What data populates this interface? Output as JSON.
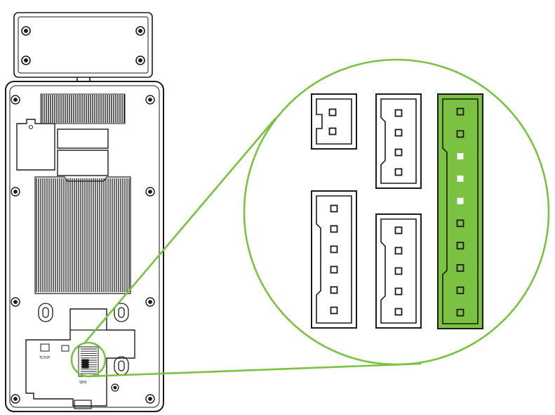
{
  "colors": {
    "line": "#1a1a1a",
    "accent": "#7cc242",
    "accent_dark": "#1a1a1a",
    "pin_hollow": "#ffffff",
    "background": "#ffffff"
  },
  "device": {
    "port_label_tcpip": "TCP/IP",
    "port_label_small": "SEN"
  },
  "zoom": {
    "connectors": [
      {
        "id": "connector-2pin",
        "pins": 2,
        "highlighted": false
      },
      {
        "id": "connector-4pin",
        "pins": 4,
        "highlighted": false
      },
      {
        "id": "connector-6pin",
        "pins": 6,
        "highlighted": false
      },
      {
        "id": "connector-5pin",
        "pins": 5,
        "highlighted": false
      },
      {
        "id": "connector-10pin",
        "pins": 10,
        "highlighted": true,
        "hollow_pins": [
          3,
          4,
          5
        ]
      }
    ]
  }
}
